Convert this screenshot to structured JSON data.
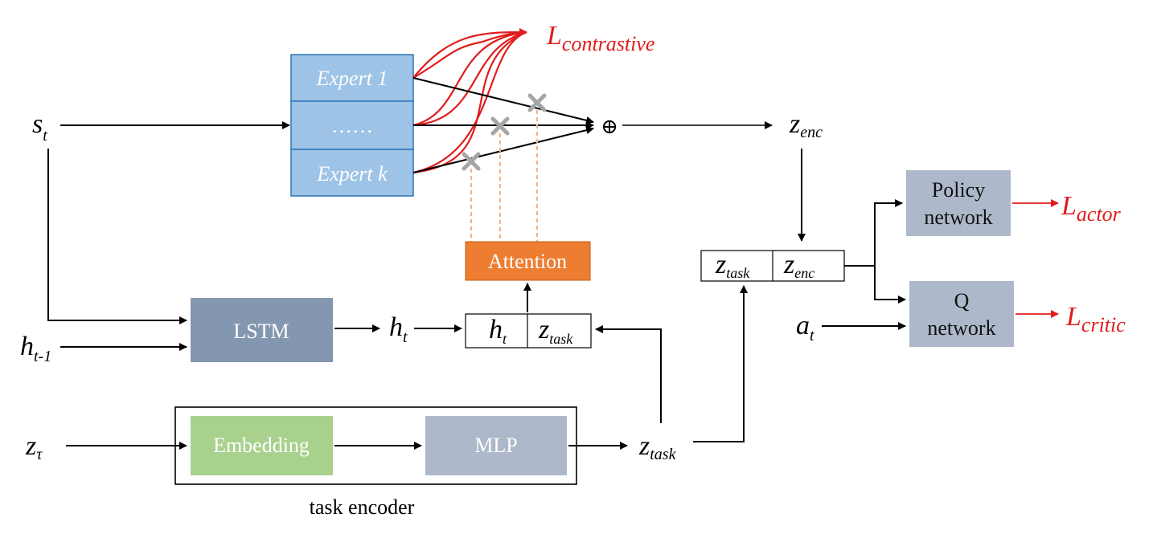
{
  "diagram": {
    "inputs": {
      "s_t": {
        "base": "s",
        "sub": "t"
      },
      "h_prev": {
        "base": "h",
        "sub": "t-1"
      },
      "z_tau": {
        "base": "z",
        "sub": "τ"
      },
      "a_t": {
        "base": "a",
        "sub": "t"
      }
    },
    "experts": {
      "top": "Expert 1",
      "middle": "……",
      "bottom": "Expert k"
    },
    "sum_symbol": "⊕",
    "z_enc": {
      "base": "z",
      "sub": "enc"
    },
    "lstm_label": "LSTM",
    "h_t": {
      "base": "h",
      "sub": "t"
    },
    "concat_attention": {
      "left": {
        "base": "h",
        "sub": "t"
      },
      "right": {
        "base": "z",
        "sub": "task"
      }
    },
    "attention_label": "Attention",
    "embedding_label": "Embedding",
    "mlp_label": "MLP",
    "task_encoder_label": "task encoder",
    "z_task": {
      "base": "z",
      "sub": "task"
    },
    "concat_policy": {
      "left": {
        "base": "z",
        "sub": "task"
      },
      "right": {
        "base": "z",
        "sub": "enc"
      }
    },
    "policy_network": {
      "line1": "Policy",
      "line2": "network"
    },
    "q_network": {
      "line1": "Q",
      "line2": "network"
    },
    "losses": {
      "contrastive": {
        "base": "L",
        "sub": "contrastive"
      },
      "actor": {
        "base": "L",
        "sub": "actor"
      },
      "critic": {
        "base": "L",
        "sub": "critic"
      }
    },
    "colors": {
      "expert_fill": "#9dc3e6",
      "expert_stroke": "#2e75b6",
      "lstm_fill": "#8497b0",
      "attention_fill": "#ed7d31",
      "embedding_fill": "#a9d18e",
      "mlp_fill": "#adb9ca",
      "network_fill": "#adb9ca",
      "loss_color": "#e01c1c",
      "gate_color": "#a6a6a6",
      "dashed_color": "#f4b183"
    }
  }
}
